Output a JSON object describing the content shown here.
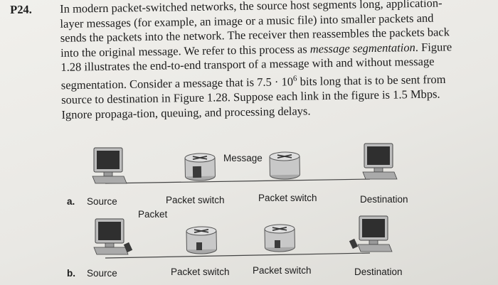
{
  "problem": {
    "number": "P24.",
    "text_parts": [
      "In modern packet-switched networks, the source host segments long, application-layer messages (for example, an image or a music file) into smaller packets and sends the packets into the network. The receiver then reassembles the packets back into the original message. We refer to this process as ",
      "message segmentation",
      ". Figure 1.28 illustrates the end-to-end transport of a message with and without message segmentation. Consider a message that is 7.5 · 10",
      "6",
      " bits long that is to be sent from source to destination in Figure 1.28. Suppose each link in the figure is 1.5 Mbps. Ignore propaga-tion, queuing, and processing delays."
    ]
  },
  "figure": {
    "a": {
      "label": "a.",
      "message_label": "Message",
      "source": "Source",
      "switch1": "Packet switch",
      "switch2": "Packet switch",
      "destination": "Destination"
    },
    "b": {
      "label": "b.",
      "packet_label": "Packet",
      "source": "Source",
      "switch1": "Packet switch",
      "switch2": "Packet switch",
      "destination": "Destination"
    }
  },
  "colors": {
    "monitor_screen": "#2f2f2f",
    "switch_body": "#c8c8c8",
    "packet": "#3a3a3a"
  }
}
